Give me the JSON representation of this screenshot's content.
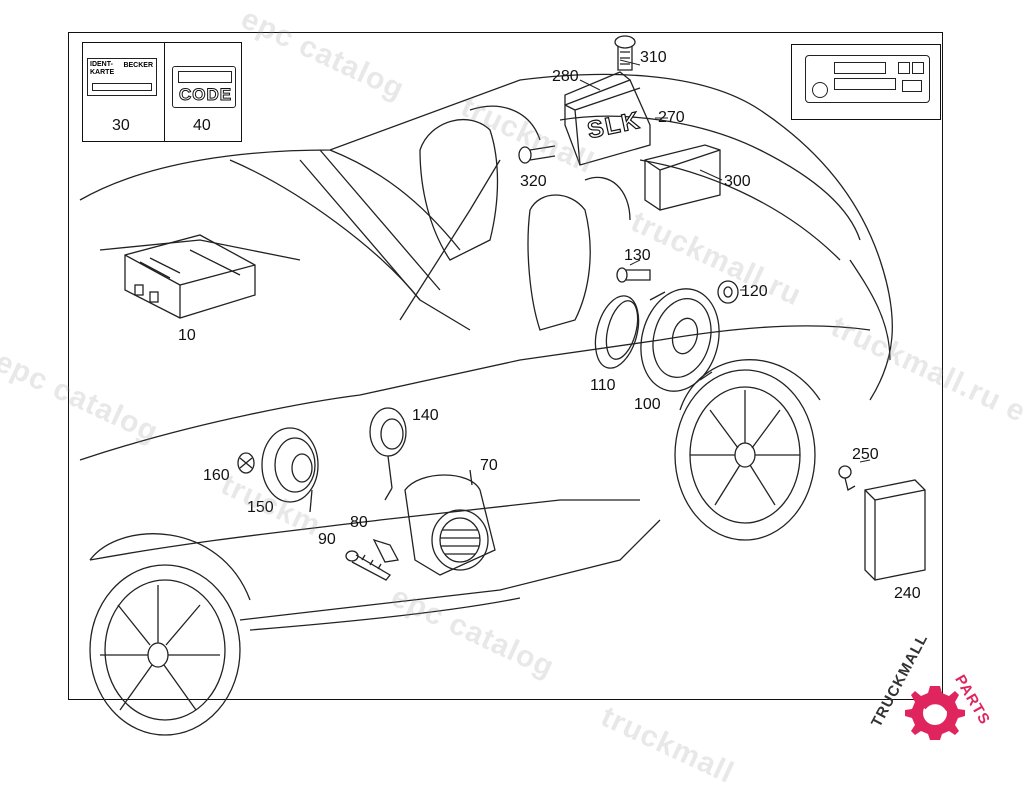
{
  "callouts": {
    "c10": "10",
    "c30": "30",
    "c40": "40",
    "c70": "70",
    "c80": "80",
    "c90": "90",
    "c100": "100",
    "c110": "110",
    "c120": "120",
    "c130": "130",
    "c140": "140",
    "c150": "150",
    "c160": "160",
    "c240": "240",
    "c250": "250",
    "c270": "270",
    "c280": "280",
    "c300": "300",
    "c310": "310",
    "c320": "320"
  },
  "labels": {
    "ident_karte": "IDENT-\nKARTE",
    "becker": "BECKER",
    "code": "CODE",
    "slk": "SLK"
  },
  "watermarks": {
    "wm1": "epc catalog",
    "wm2": "truckmall",
    "wm3": "epc catalog",
    "wm4": "truckmall.ru",
    "wm5": "epc catalog",
    "wm6": "truckm",
    "wm7": "truckmall.ru e",
    "wm8": "truckmall"
  },
  "logo": {
    "brand_a": "TRUCKMALL",
    "brand_b": "PARTS",
    "accent_color": "#e0245e"
  }
}
